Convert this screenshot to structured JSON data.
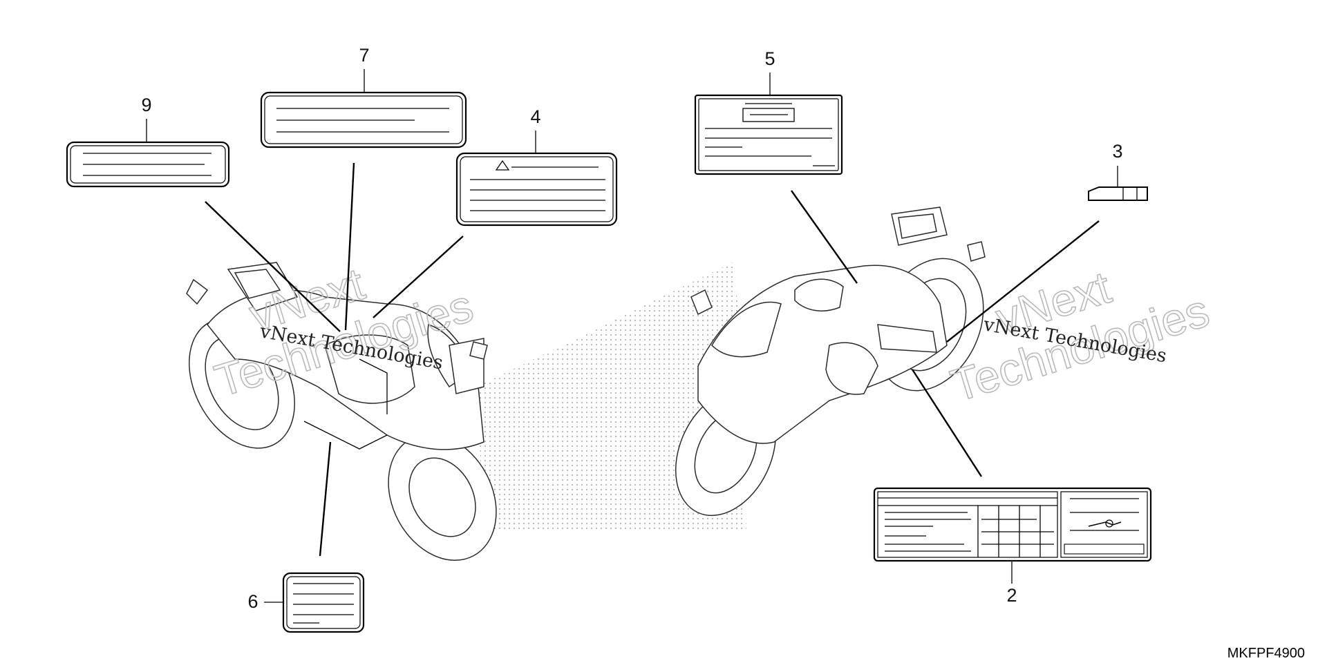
{
  "diagram": {
    "callouts": [
      {
        "id": "9",
        "label": "9"
      },
      {
        "id": "7",
        "label": "7"
      },
      {
        "id": "4",
        "label": "4"
      },
      {
        "id": "6",
        "label": "6"
      },
      {
        "id": "5",
        "label": "5"
      },
      {
        "id": "3",
        "label": "3"
      },
      {
        "id": "2",
        "label": "2"
      }
    ],
    "watermark": {
      "line1": "vNext",
      "line2": "Technologies",
      "serif_text": "vNext Technologies"
    },
    "diagram_code": "MKFPF4900",
    "colors": {
      "line": "#000000",
      "watermark": "#b9b9b9",
      "dots": "#9a9a9a"
    }
  }
}
